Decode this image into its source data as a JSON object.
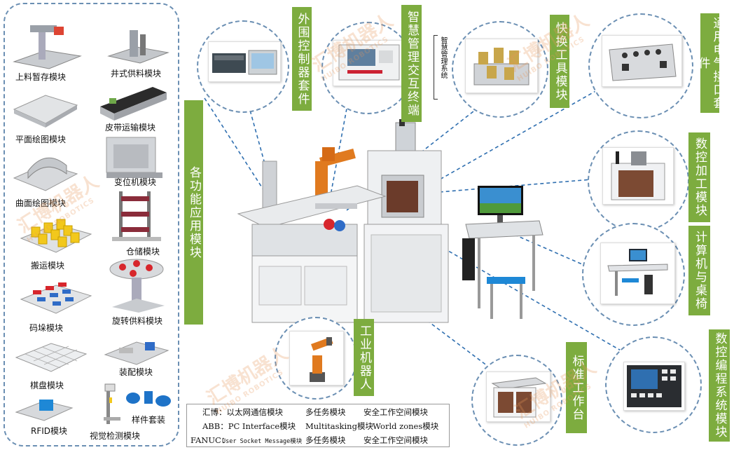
{
  "left_panel": {
    "modules": [
      "上料暂存模块",
      "井式供料模块",
      "平面绘图模块",
      "皮带运输模块",
      "曲面绘图模块",
      "变位机模块",
      "搬运模块",
      "仓储模块",
      "码垛模块",
      "旋转供料模块",
      "棋盘模块",
      "装配模块",
      "RFID模块",
      "样件套装",
      "视觉检测模块"
    ]
  },
  "labels": {
    "function_modules": "各功能应用模块",
    "peripheral_controller": "外围控制器套件",
    "smart_terminal": "智慧管理交互终端",
    "smart_system": "智慧管理系统",
    "quick_change": "快换工具模块",
    "electrical_interface": "通用电气接口套件",
    "cnc_machining": "数控加工模块",
    "computer_desk": "计算机与桌椅",
    "cnc_programming": "数控编程系统模块",
    "standard_table": "标准工作台",
    "industrial_robot": "工业机器人"
  },
  "bottom_table": {
    "rows": [
      [
        "汇博：以太网通信模块",
        "多任务模块",
        "安全工作空间模块"
      ],
      [
        "ABB：PC Interface模块",
        "Multitasking模块",
        "World zones模块"
      ],
      [
        "FANUC：",
        "User Socket Message模块",
        "多任务模块",
        "安全工作空间模块"
      ]
    ]
  },
  "watermark": {
    "cn": "汇博机器人",
    "en": "HUIBO ROBOTICS"
  },
  "colors": {
    "green": "#7dac3f",
    "dash": "#6b8fb3",
    "leader": "#2f6fb0"
  }
}
